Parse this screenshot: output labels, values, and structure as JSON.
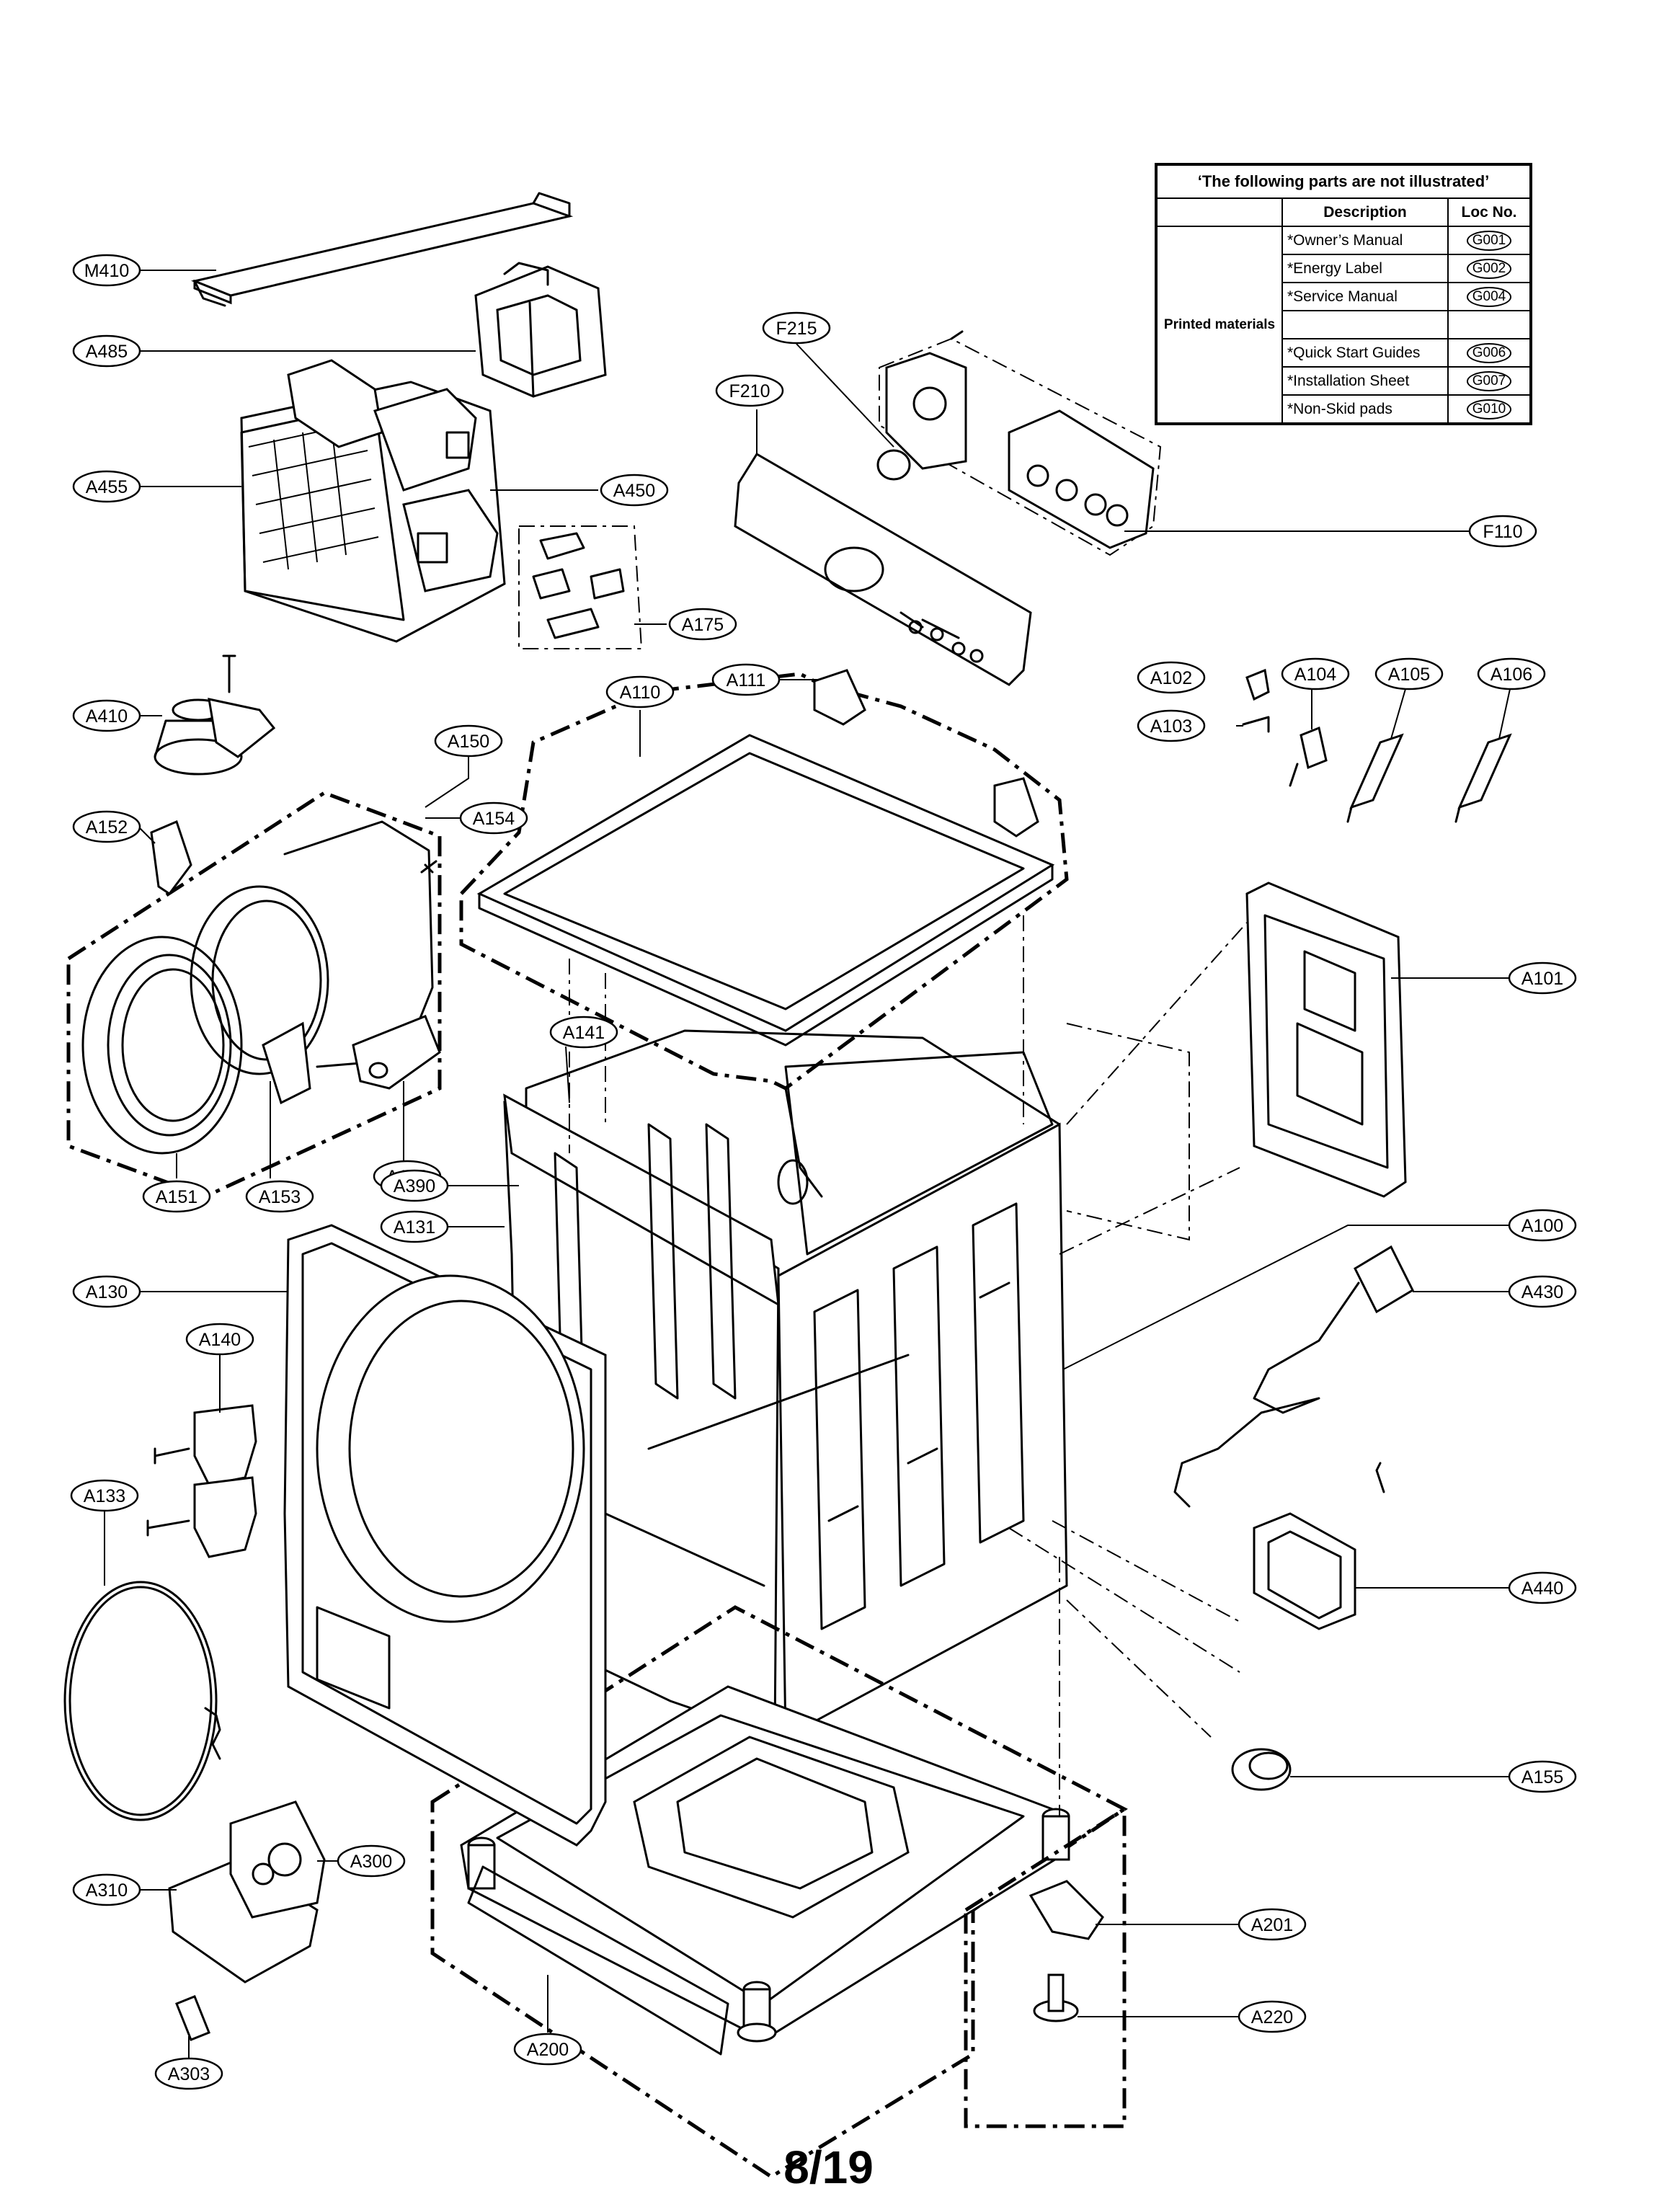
{
  "table": {
    "title": "‘The following parts are not illustrated’",
    "col_description": "Description",
    "col_loc": "Loc No.",
    "group_label": "Printed materials",
    "rows": [
      {
        "desc": "*Owner’s Manual",
        "loc": "G001"
      },
      {
        "desc": "*Energy Label",
        "loc": "G002"
      },
      {
        "desc": "*Service Manual",
        "loc": "G004"
      },
      {
        "desc": "",
        "loc": ""
      },
      {
        "desc": "*Quick Start Guides",
        "loc": "G006"
      },
      {
        "desc": "*Installation Sheet",
        "loc": "G007"
      },
      {
        "desc": "*Non-Skid pads",
        "loc": "G010"
      }
    ]
  },
  "callouts": {
    "M410": "M410",
    "A485": "A485",
    "A455": "A455",
    "A450": "A450",
    "A175": "A175",
    "A410": "A410",
    "A150": "A150",
    "A152": "A152",
    "A154": "A154",
    "A156": "A156",
    "A151": "A151",
    "A153": "A153",
    "F215": "F215",
    "F210": "F210",
    "F110": "F110",
    "A110": "A110",
    "A111": "A111",
    "A102": "A102",
    "A103": "A103",
    "A104": "A104",
    "A105": "A105",
    "A106": "A106",
    "A101": "A101",
    "A141": "A141",
    "A390": "A390",
    "A131": "A131",
    "A100": "A100",
    "A130": "A130",
    "A140": "A140",
    "A430": "A430",
    "A133": "A133",
    "A440": "A440",
    "A155": "A155",
    "A300": "A300",
    "A310": "A310",
    "A201": "A201",
    "A303": "A303",
    "A200": "A200",
    "A220": "A220"
  },
  "page_number": "8/19"
}
